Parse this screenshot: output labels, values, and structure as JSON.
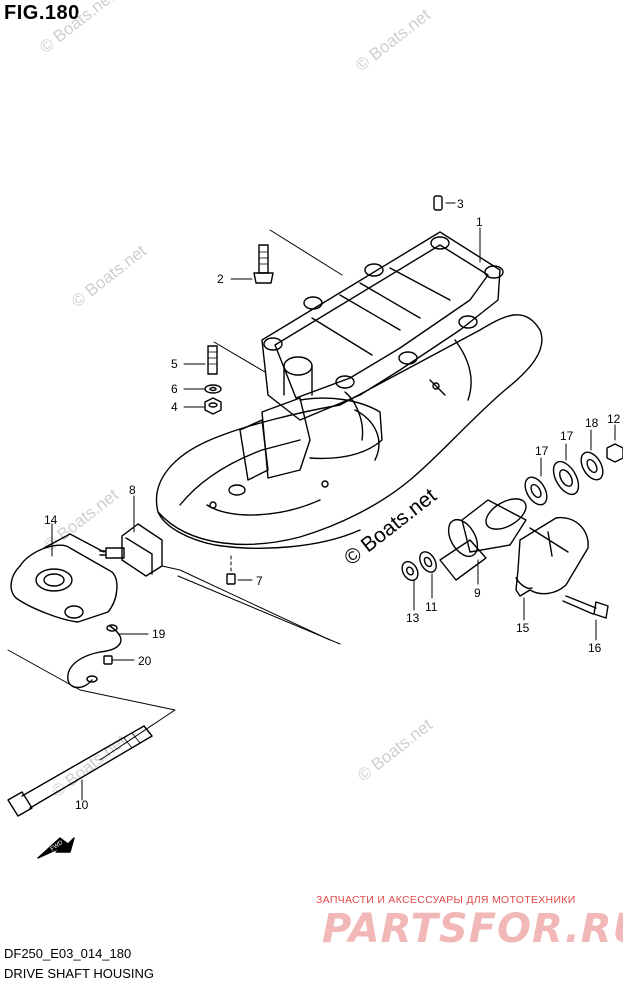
{
  "figure": {
    "title": "FIG.180",
    "code": "DF250_E03_014_180",
    "name": "DRIVE SHAFT HOUSING"
  },
  "callouts": [
    "1",
    "2",
    "3",
    "4",
    "5",
    "6",
    "7",
    "8",
    "9",
    "10",
    "11",
    "12",
    "13",
    "14",
    "15",
    "16",
    "17",
    "17",
    "18",
    "19",
    "20"
  ],
  "watermarks": {
    "repeated": "© Boats.net",
    "center": "© Boats.net"
  },
  "advert": {
    "tagline": "ЗАПЧАСТИ И АКСЕССУАРЫ ДЛЯ МОТОТЕХНИКИ",
    "logo": "PARTSFOR.RU"
  },
  "fwd_badge": "FWD",
  "colors": {
    "ink": "#000000",
    "watermark": "#cfcfcf",
    "advert": "#e04848"
  }
}
